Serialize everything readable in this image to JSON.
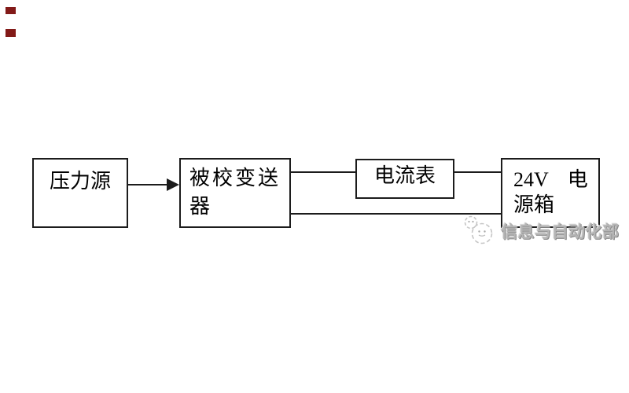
{
  "page": {
    "background": "#ffffff"
  },
  "markers": {
    "color": "#821a18",
    "items": [
      "top-left-mark-1",
      "top-left-mark-2"
    ]
  },
  "diagram": {
    "line_color": "#1c1c1c",
    "boxes": [
      {
        "name": "pressure-source",
        "label": "压力源",
        "lines": [
          "压力源"
        ]
      },
      {
        "name": "calibrated-transmitter",
        "label": "被校变送器",
        "lines": [
          "被校变送",
          "器"
        ]
      },
      {
        "name": "ammeter",
        "label": "电流表",
        "lines": [
          "电流表"
        ]
      },
      {
        "name": "24v-power-supply-box",
        "label": "24V 电源箱",
        "lines": [
          "24V 电",
          "源箱"
        ]
      }
    ],
    "connections": [
      {
        "from": "pressure-source",
        "to": "calibrated-transmitter",
        "style": "arrow"
      },
      {
        "from": "calibrated-transmitter",
        "to": "ammeter",
        "style": "line"
      },
      {
        "from": "ammeter",
        "to": "24v-power-supply-box",
        "style": "line"
      },
      {
        "from": "calibrated-transmitter",
        "to": "24v-power-supply-box",
        "style": "line-bottom"
      }
    ]
  },
  "watermark": {
    "text": "信息与自动化部",
    "color": "#9a9a9a",
    "logo": "sketch-face-circles"
  }
}
